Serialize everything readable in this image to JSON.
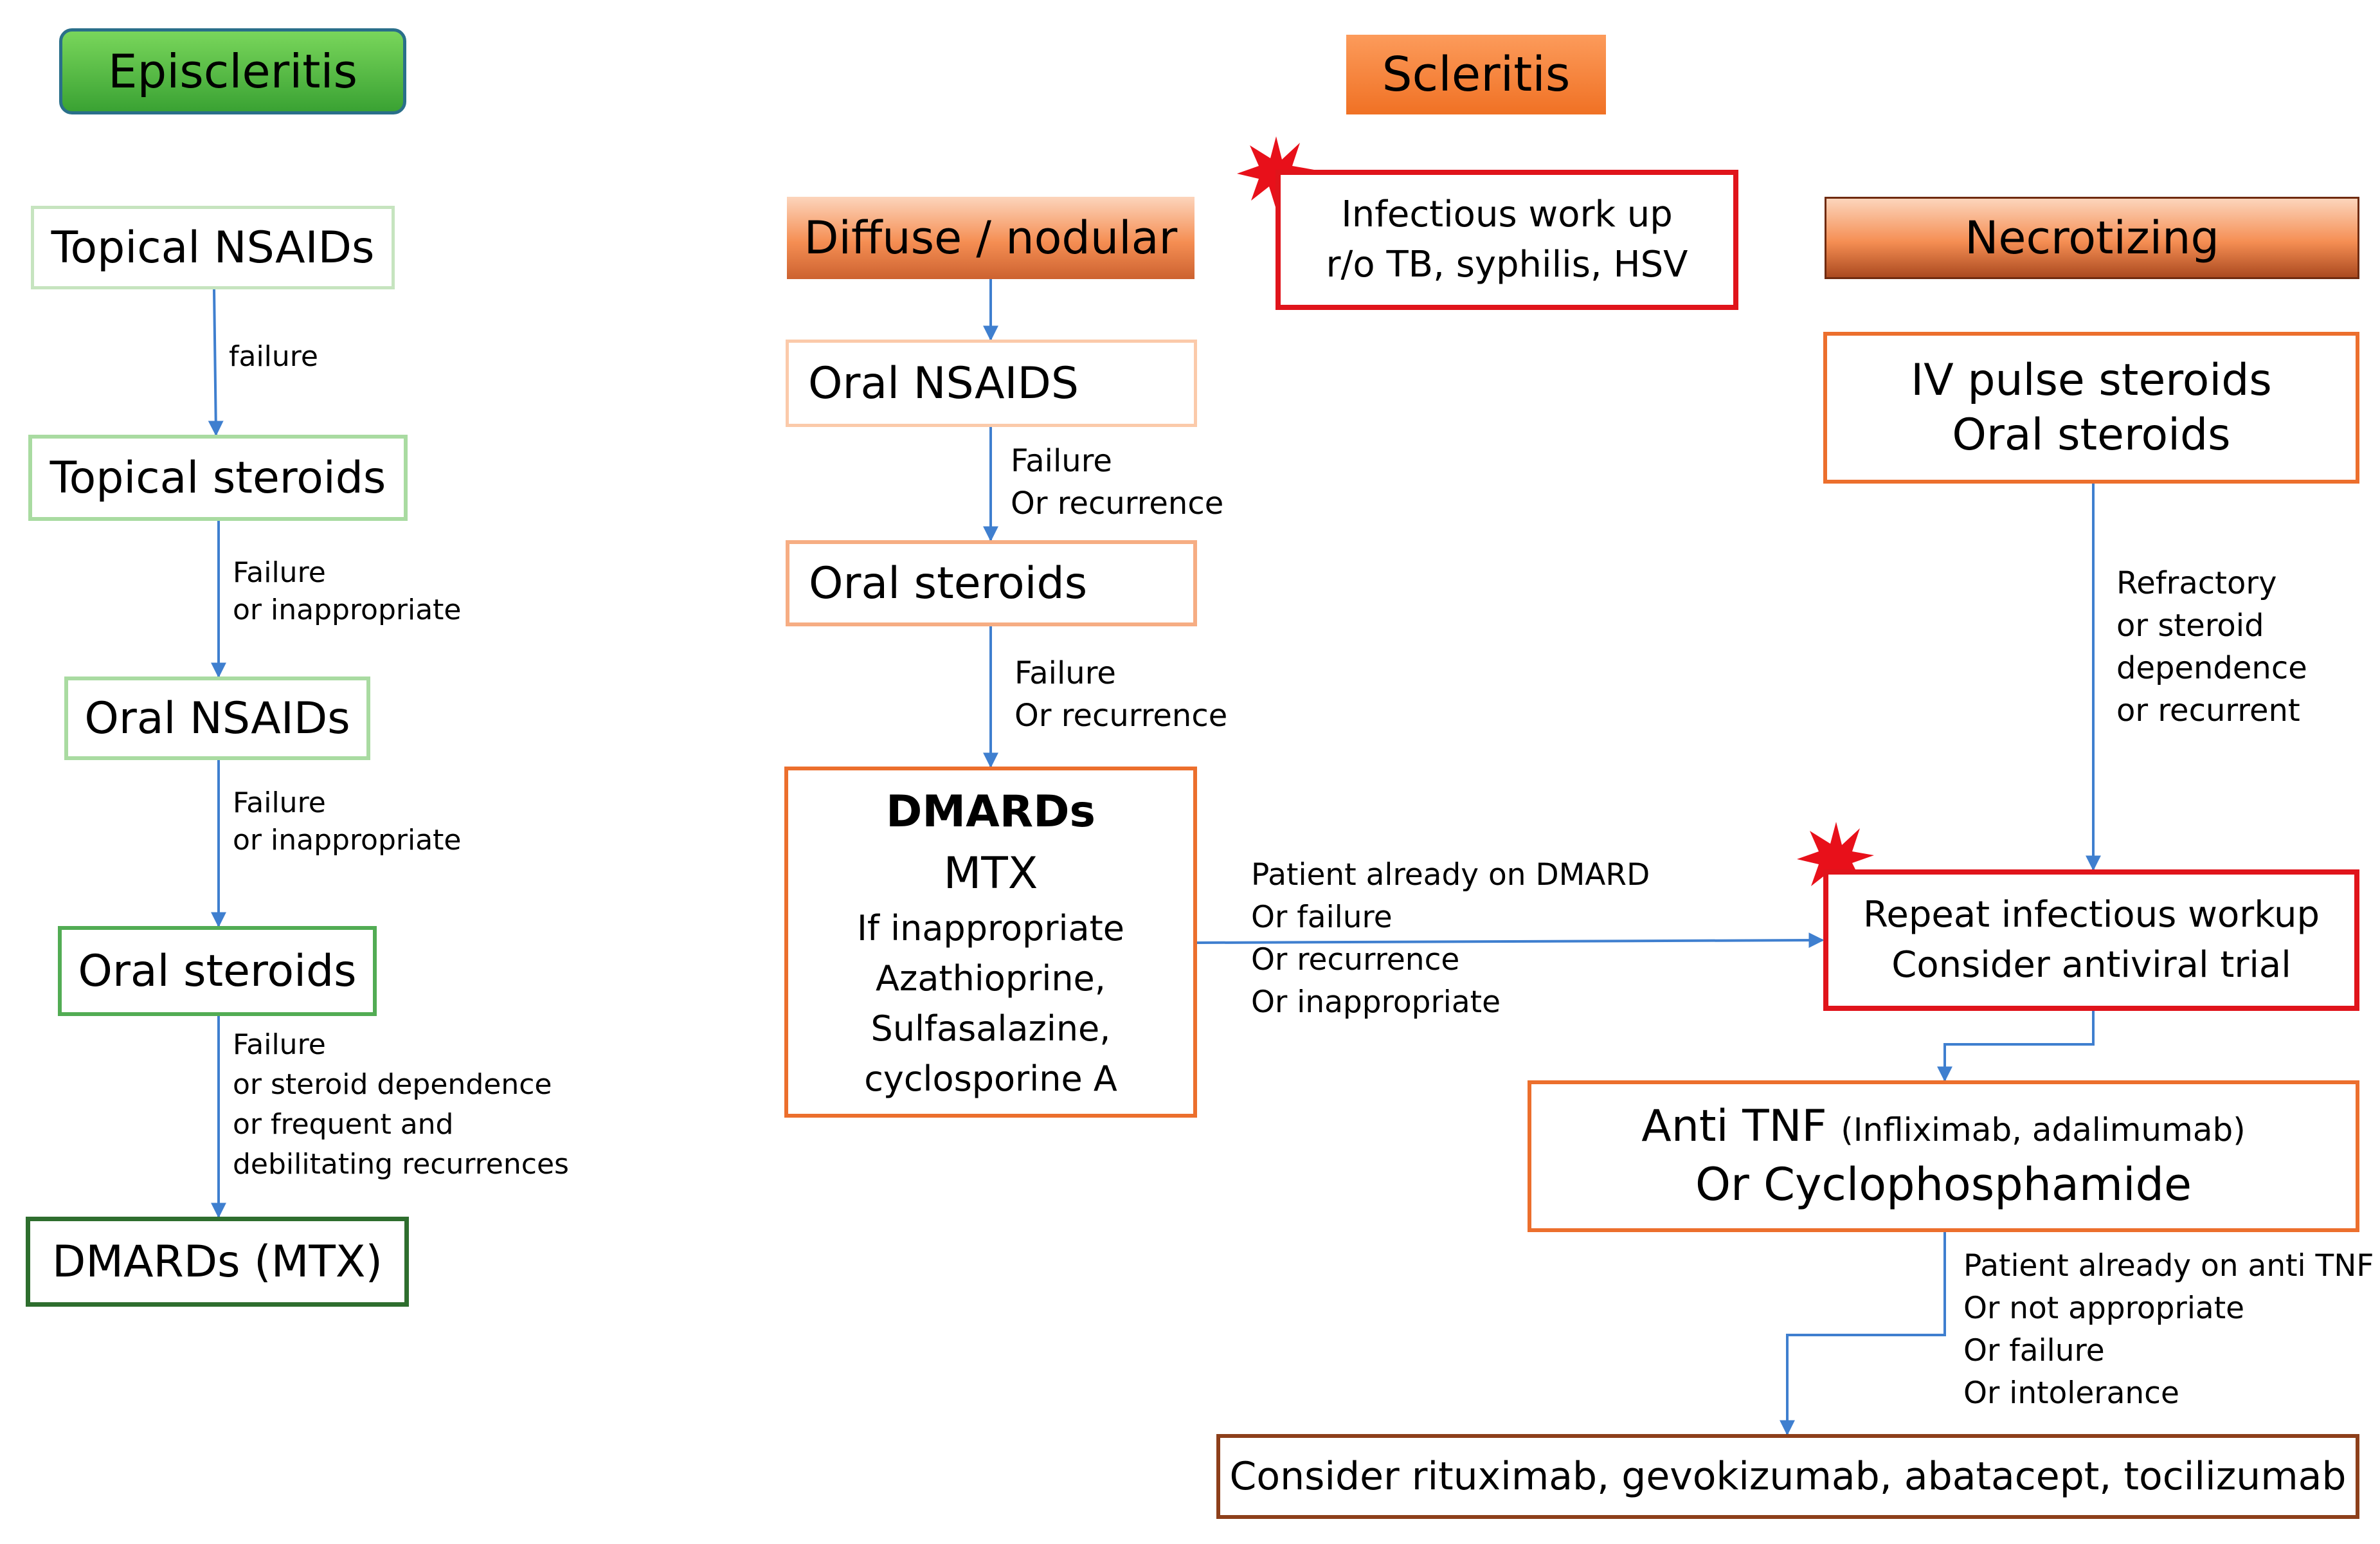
{
  "episcleritis": {
    "header": "Episcleritis",
    "steps": [
      "Topical NSAIDs",
      "Topical steroids",
      "Oral NSAIDs",
      "Oral steroids",
      "DMARDs (MTX)"
    ],
    "transitions": [
      [
        "failure"
      ],
      [
        "Failure",
        "or inappropriate"
      ],
      [
        "Failure",
        "or inappropriate"
      ],
      [
        "Failure",
        "or steroid dependence",
        "or frequent and",
        "debilitating recurrences"
      ]
    ]
  },
  "scleritis": {
    "header": "Scleritis",
    "infectious_workup": [
      "Infectious work up",
      "r/o TB, syphilis, HSV"
    ],
    "diffuse_nodular": {
      "header": "Diffuse / nodular",
      "step1": "Oral NSAIDS",
      "transition1": [
        "Failure",
        "Or recurrence"
      ],
      "step2": "Oral steroids",
      "transition2": [
        "Failure",
        "Or recurrence"
      ],
      "dmards": {
        "title": "DMARDs",
        "drug": "MTX",
        "alternatives": [
          "If inappropriate",
          "Azathioprine,",
          "Sulfasalazine,",
          "cyclosporine A"
        ]
      },
      "to_repeat_workup": [
        "Patient already on DMARD",
        "Or failure",
        "Or recurrence",
        "Or inappropriate"
      ]
    },
    "necrotizing": {
      "header": "Necrotizing",
      "step1": [
        "IV pulse steroids",
        "Oral steroids"
      ],
      "transition1": [
        "Refractory",
        "or steroid",
        "dependence",
        "or recurrent"
      ],
      "repeat_workup": [
        "Repeat infectious workup",
        "Consider antiviral trial"
      ],
      "anti_tnf": {
        "main": "Anti TNF",
        "examples": "(Infliximab, adalimumab)",
        "alternative": "Or Cyclophosphamide"
      },
      "transition2": [
        "Patient already on anti TNF",
        "Or not appropriate",
        "Or failure",
        "Or intolerance"
      ],
      "final": "Consider rituximab, gevokizumab, abatacept, tocilizumab"
    }
  },
  "colors": {
    "arrow": "#3f7fcf",
    "green_header": "#4cb83e",
    "orange_header": "#f58233",
    "red_border": "#e0141b",
    "starburst": "#e8101a"
  }
}
